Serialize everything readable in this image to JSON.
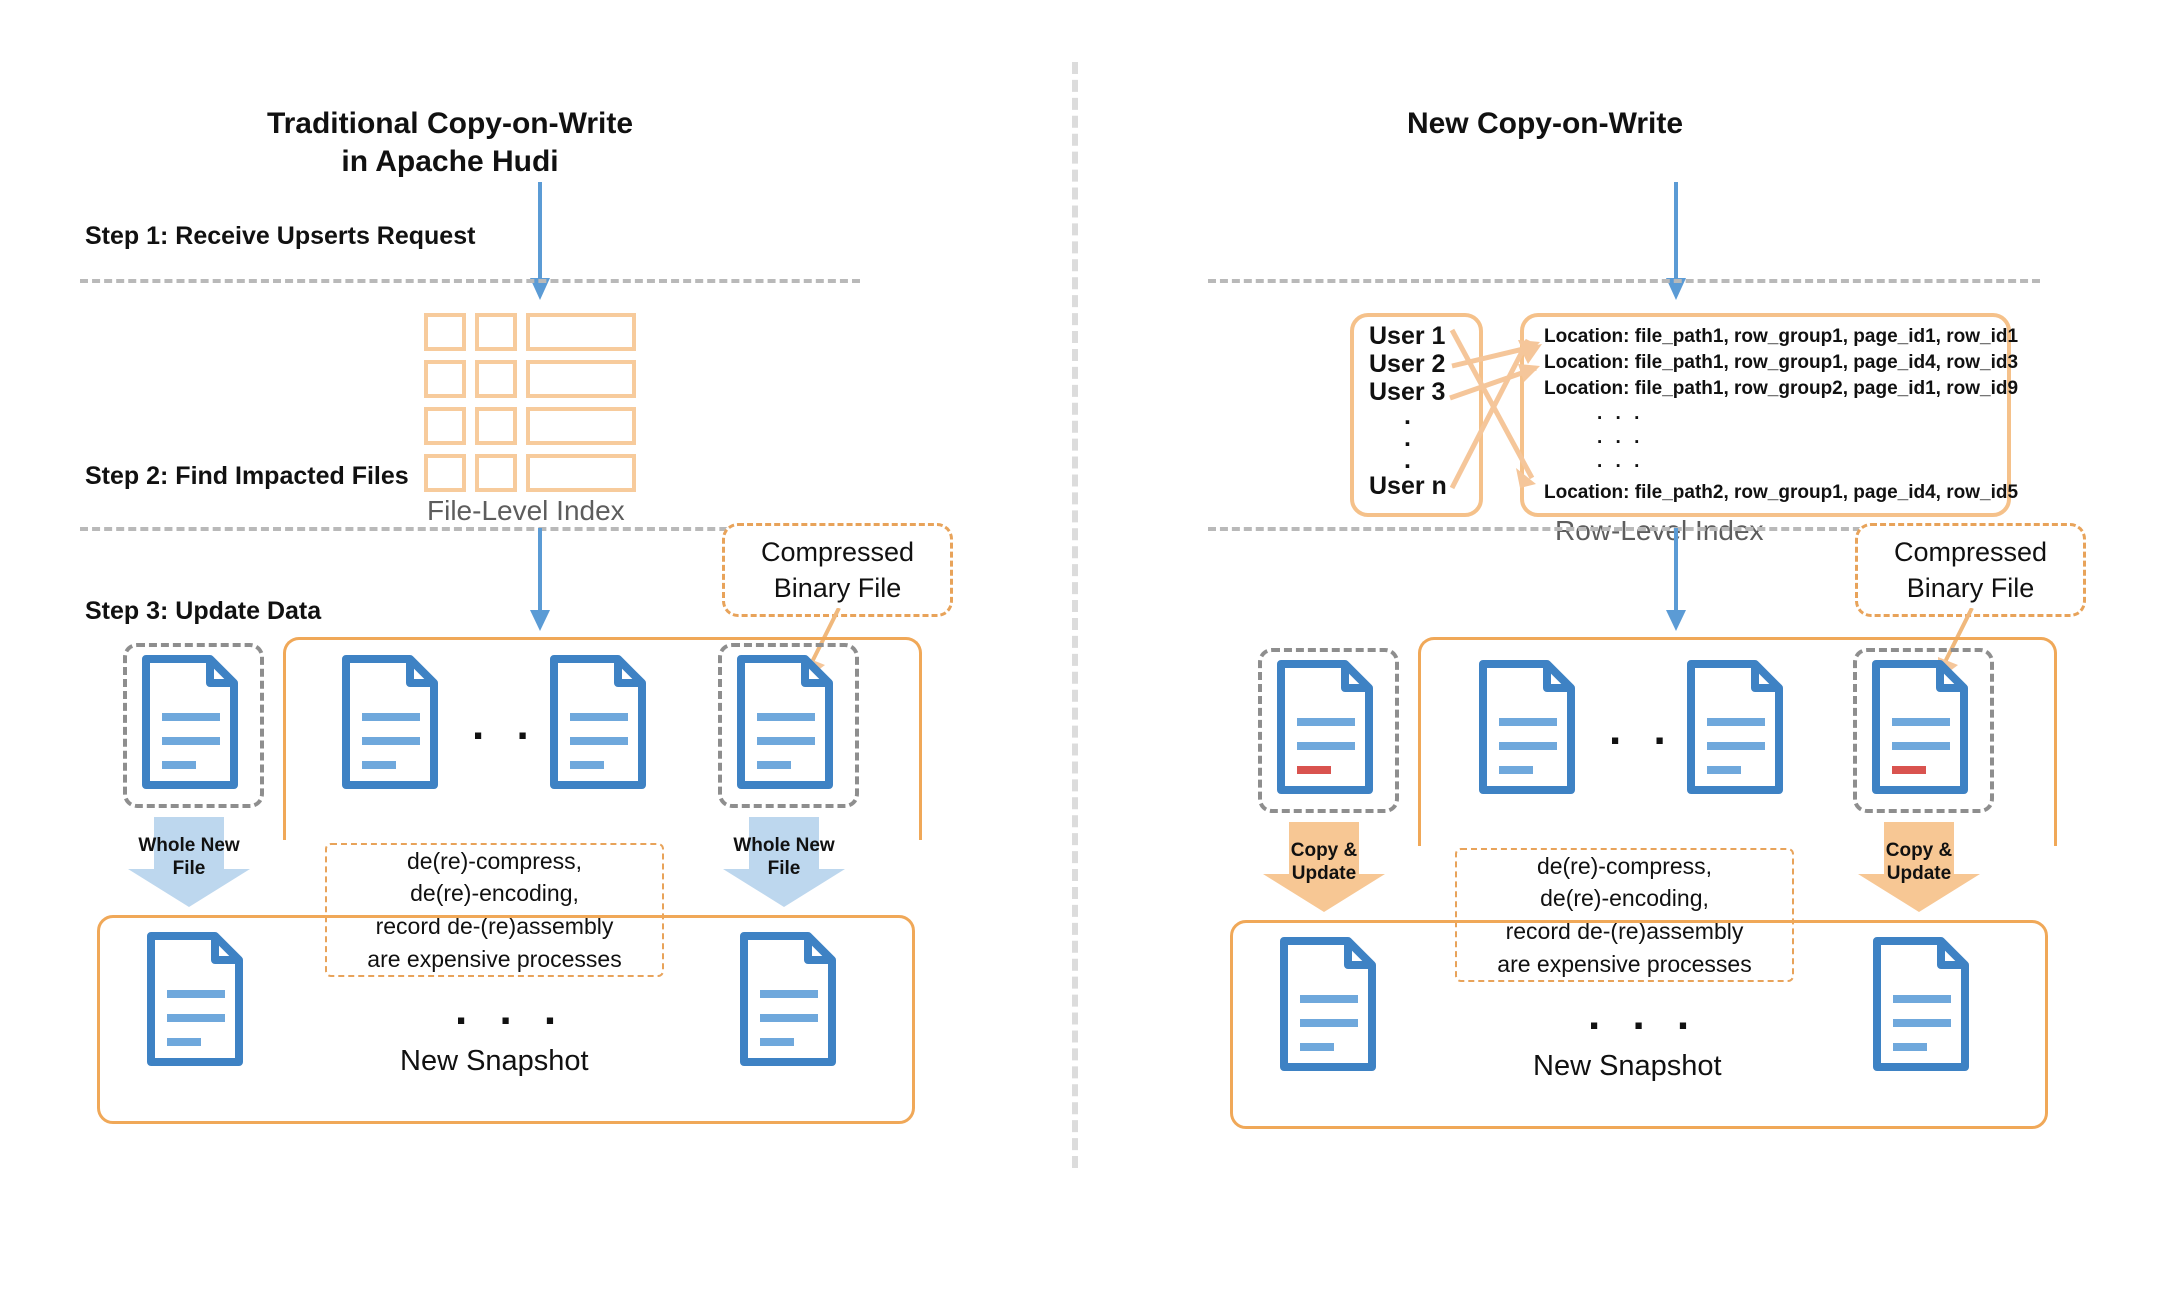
{
  "left": {
    "title": "Traditional Copy-on-Write\nin Apache Hudi",
    "title_line1": "Traditional Copy-on-Write",
    "title_line2": "in Apache Hudi",
    "steps": [
      "Step 1: Receive Upserts Request",
      "Step 2: Find Impacted Files",
      "Step 3: Update Data"
    ],
    "index_label": "File-Level Index",
    "callout": "Compressed\nBinary File",
    "callout_line1": "Compressed",
    "callout_line2": "Binary File",
    "arrow_label": "Whole New\nFile",
    "arrow_label_line1": "Whole New",
    "arrow_label_line2": "File",
    "expense_note": "de(re)-compress,\nde(re)-encoding,\nrecord de-(re)assembly\nare expensive processes",
    "expense_lines": [
      "de(re)-compress,",
      "de(re)-encoding,",
      "record de-(re)assembly",
      "are expensive processes"
    ],
    "snapshot_label": "New Snapshot",
    "ellipsis": ". . ."
  },
  "right": {
    "title_line1": "New Copy-on-Write",
    "index_label": "Row-Level Index",
    "users": [
      "User 1",
      "User 2",
      "User 3"
    ],
    "user_last": "User n",
    "user_vertical_dots": [
      ".",
      ".",
      "."
    ],
    "locations": [
      "Location: file_path1, row_group1, page_id1, row_id1",
      "Location: file_path1, row_group1, page_id4, row_id3",
      "Location: file_path1, row_group2, page_id1, row_id9"
    ],
    "location_dots": [
      ". . .",
      ". . .",
      ". . ."
    ],
    "location_last": "Location: file_path2, row_group1, page_id4, row_id5",
    "callout_line1": "Compressed",
    "callout_line2": "Binary File",
    "arrow_label_line1": "Copy &",
    "arrow_label_line2": "Update",
    "expense_lines": [
      "de(re)-compress,",
      "de(re)-encoding,",
      "record de-(re)assembly",
      "are expensive processes"
    ],
    "snapshot_label": "New Snapshot",
    "ellipsis": ". . ."
  },
  "colors": {
    "orange_border": "#f0a858",
    "orange_light": "#f7cb9c",
    "orange_fill": "#f7c794",
    "blue_doc": "#3e82c4",
    "blue_line": "#6fa8dc",
    "blue_arrow": "#5b9bd5",
    "blue_fill_arrow": "#bdd7ee",
    "red_line": "#d9534f",
    "gray_dash": "#8e8e8e",
    "gray_label": "#5d5d5d",
    "divider": "#dcdcdc"
  }
}
